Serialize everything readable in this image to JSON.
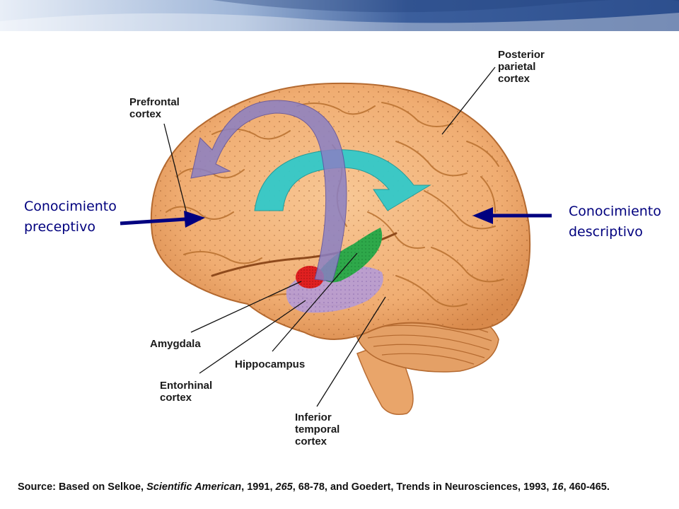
{
  "slide": {
    "banner_colors": {
      "dark": "#2d4f8e",
      "light": "#e8eef7"
    }
  },
  "brain": {
    "colors": {
      "cortex": "#f2b37a",
      "cortex_shadow": "#c97c43",
      "cerebellum": "#e4a066",
      "amygdala": "#e02020",
      "hippocampus": "#2ea84a",
      "entorhinal": "#b59bd6",
      "arrow_purple": "#8a80c4",
      "arrow_teal": "#33c9c9",
      "pointer_arrow": "#000080"
    },
    "labels": {
      "posterior_parietal": "Posterior\nparietal\ncortex",
      "prefrontal": "Prefrontal\ncortex",
      "amygdala": "Amygdala",
      "entorhinal": "Entorhinal\ncortex",
      "hippocampus": "Hippocampus",
      "inferior_temporal": "Inferior\ntemporal\ncortex"
    }
  },
  "annotations": {
    "left": "Conocimiento\npreceptivo",
    "right": "Conocimiento\ndescriptivo"
  },
  "source": {
    "prefix": "Source: Based on Selkoe, ",
    "journal1": "Scientific American",
    "mid1": ", 1991, ",
    "vol1": "265",
    "mid2": ", 68-78, and Goedert, Trends in Neurosciences, 1993, ",
    "vol2": "16",
    "suffix": ", 460-465."
  }
}
